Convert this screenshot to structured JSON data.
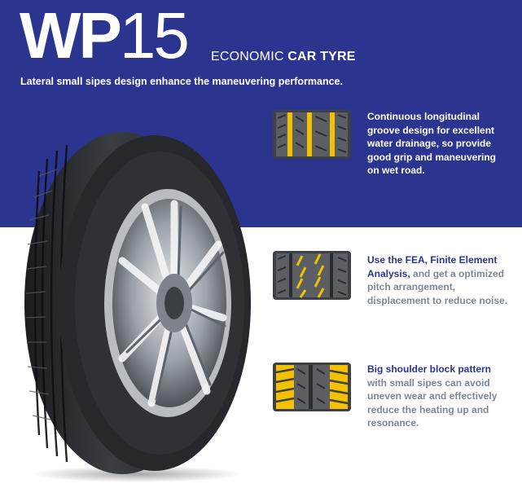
{
  "header": {
    "model_prefix": "WP",
    "model_number": "15",
    "subtitle_prefix": "ECONOMIC ",
    "subtitle_bold": "CAR TYRE",
    "tagline": "Lateral small sipes design enhance the maneuvering performance."
  },
  "features": [
    {
      "highlight": "",
      "text": "Continuous longitudinal groove design for excellent water drainage, so provide good grip and maneuvering on wet road.",
      "icon": "tread-pattern-grooves-icon"
    },
    {
      "highlight": "Use the FEA, Finite Element Analysis,",
      "text": " and get a optimized pitch arrangement, displacement to reduce noise.",
      "icon": "tread-pattern-pitch-icon"
    },
    {
      "highlight": "Big shoulder block pattern",
      "text": " with small sipes can avoid uneven wear and effectively  reduce the heating up and resonance.",
      "icon": "tread-pattern-shoulder-icon"
    }
  ],
  "colors": {
    "banner": "#2b3590",
    "accent_yellow": "#f2c100",
    "highlight_text": "#2a3590",
    "body_text": "#7e8792"
  }
}
